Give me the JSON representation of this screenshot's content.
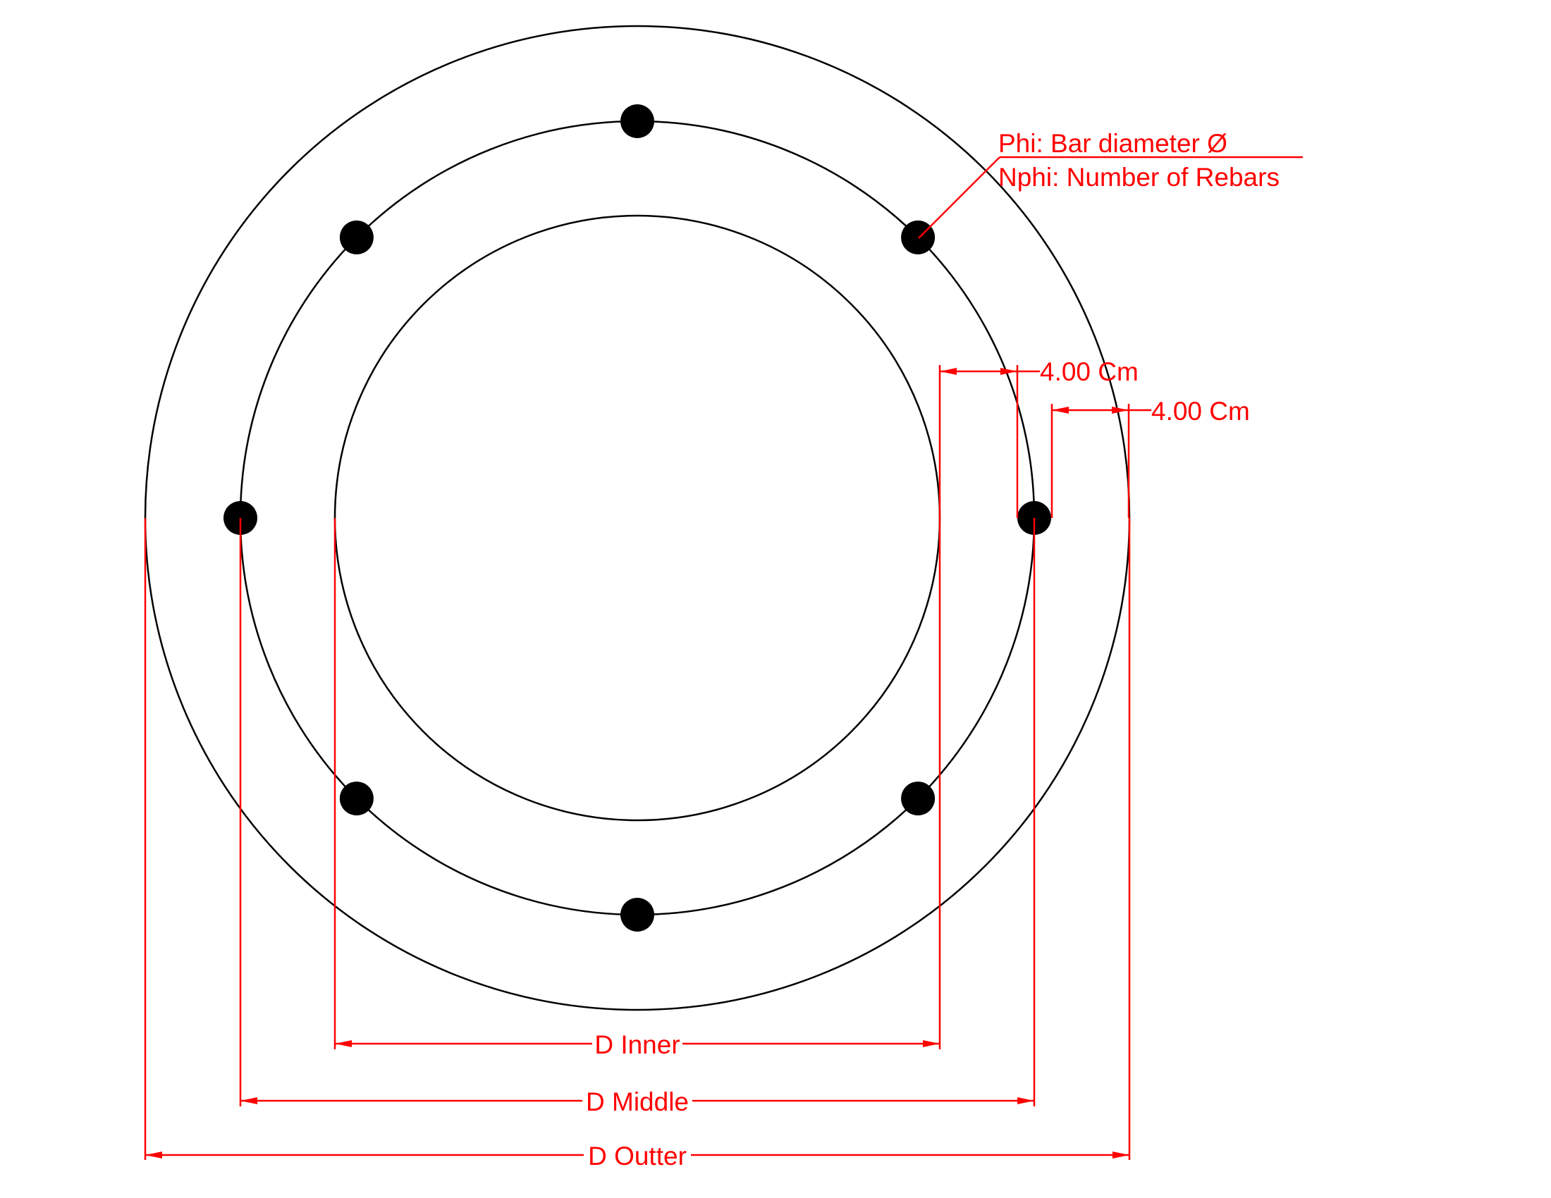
{
  "colors": {
    "background": "#ffffff",
    "section": "#000000",
    "annotation": "#ff0000"
  },
  "labels": {
    "phi": "Phi: Bar diameter Ø",
    "nphi": "Nphi: Number of Rebars",
    "cover_inner": "4.00 Cm",
    "cover_outer": "4.00 Cm",
    "d_inner": "D Inner",
    "d_middle": "D Middle",
    "d_outer": "D Outter"
  },
  "rebars": {
    "count": 8
  }
}
